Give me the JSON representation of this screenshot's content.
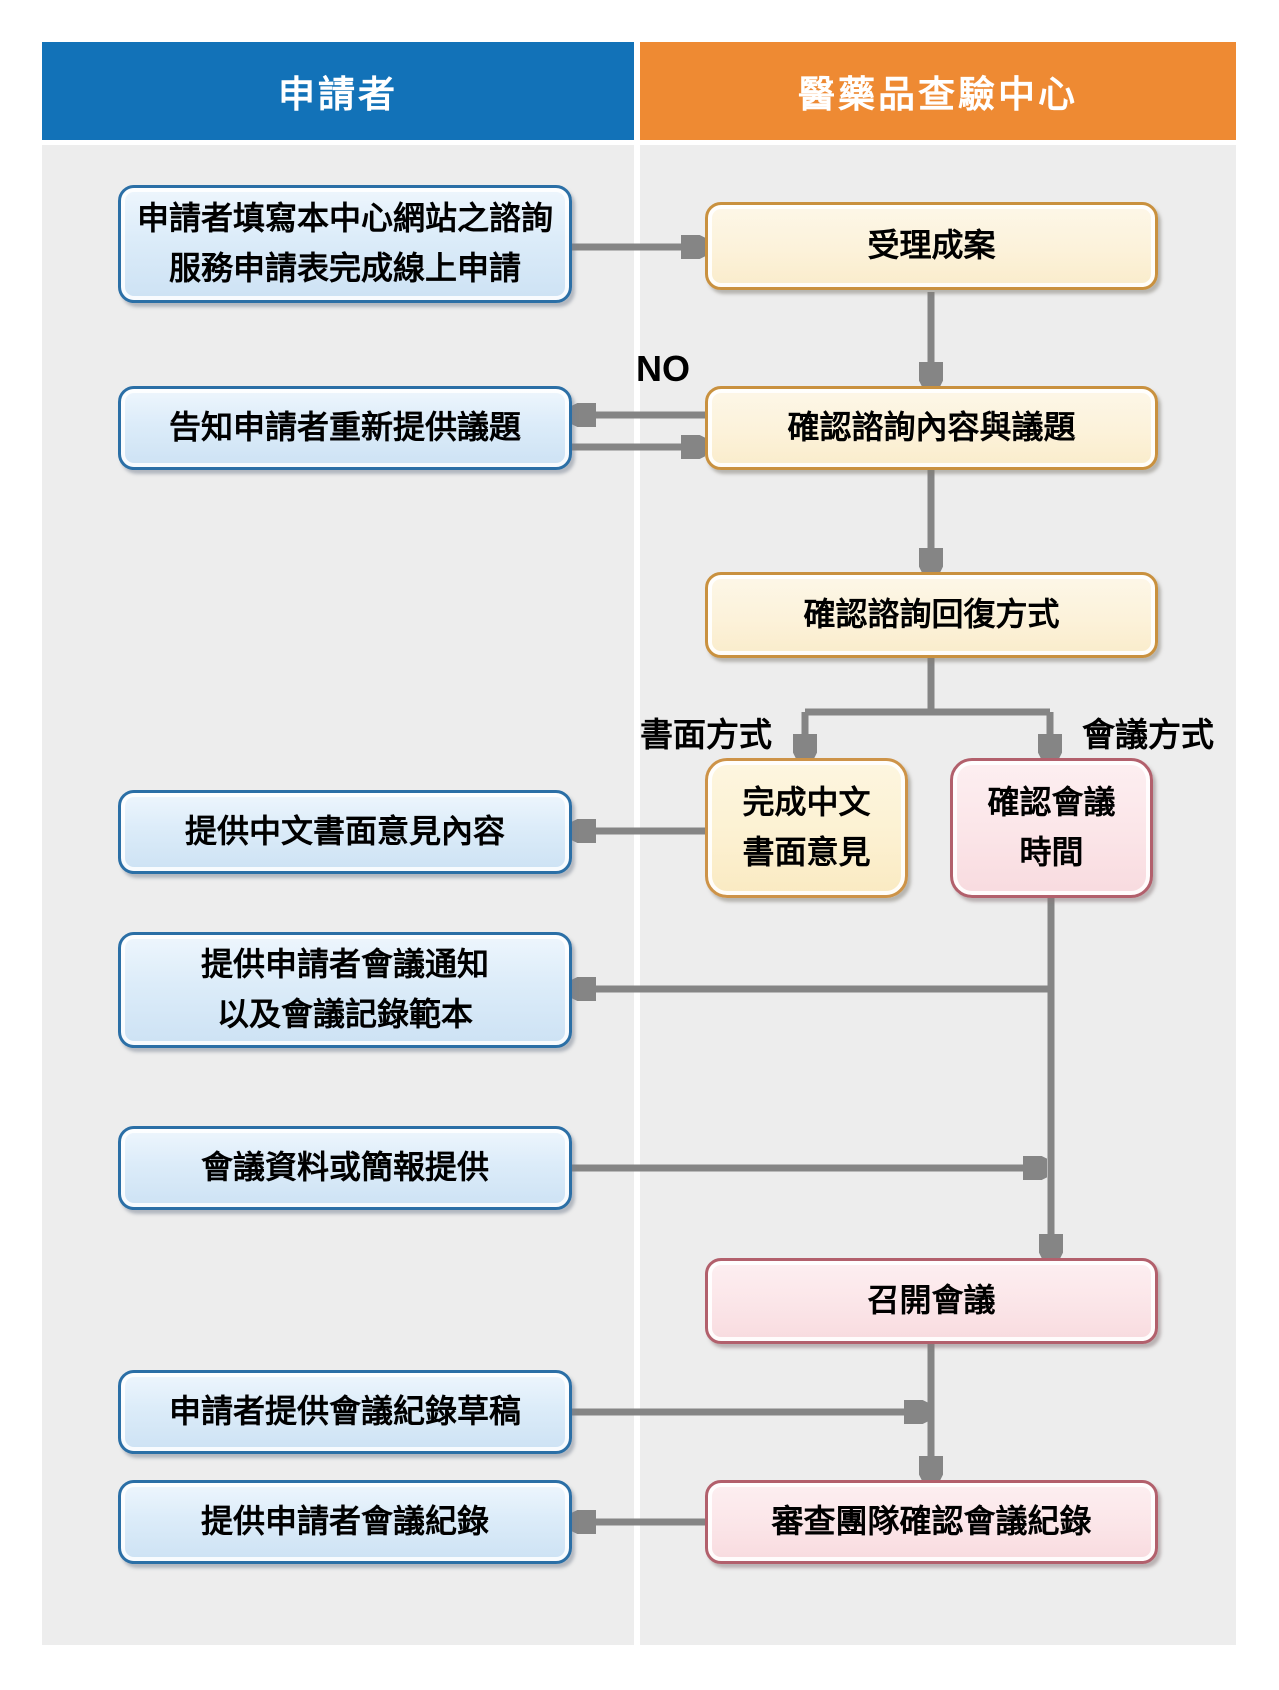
{
  "headers": {
    "applicant": "申請者",
    "center": "醫藥品查驗中心"
  },
  "nodes": {
    "apply_online": {
      "line1": "申請者填寫本中心網站之諮詢",
      "line2": "服務申請表完成線上申請"
    },
    "accept_case": {
      "label": "受理成案"
    },
    "renotify_topic": {
      "label": "告知申請者重新提供議題"
    },
    "confirm_content": {
      "label": "確認諮詢內容與議題"
    },
    "confirm_reply_method": {
      "label": "確認諮詢回復方式"
    },
    "complete_written": {
      "line1": "完成中文",
      "line2": "書面意見"
    },
    "confirm_meeting_time": {
      "line1": "確認會議",
      "line2": "時間"
    },
    "provide_written_opinion": {
      "label": "提供中文書面意見內容"
    },
    "provide_meeting_notice": {
      "line1": "提供申請者會議通知",
      "line2": "以及會議記錄範本"
    },
    "provide_meeting_materials": {
      "label": "會議資料或簡報提供"
    },
    "hold_meeting": {
      "label": "召開會議"
    },
    "provide_minutes_draft": {
      "label": "申請者提供會議紀錄草稿"
    },
    "team_confirm_minutes": {
      "label": "審查團隊確認會議紀錄"
    },
    "provide_minutes": {
      "label": "提供申請者會議紀錄"
    }
  },
  "labels": {
    "no": "NO",
    "written_method": "書面方式",
    "meeting_method": "會議方式"
  },
  "colors": {
    "applicant_header": "#1272b8",
    "center_header": "#ee8a33",
    "panel_background": "#ededed",
    "arrow": "#858585",
    "applicant_box_border": "#2b6fa6",
    "applicant_box_fill": "#dcecf9",
    "center_cream_border": "#c9913f",
    "center_cream_fill": "#fcf2da",
    "center_gold_border": "#cd9348",
    "center_gold_fill": "#fcf1d2",
    "center_pink_border": "#b2606c",
    "center_pink_fill": "#fbe5e8"
  }
}
